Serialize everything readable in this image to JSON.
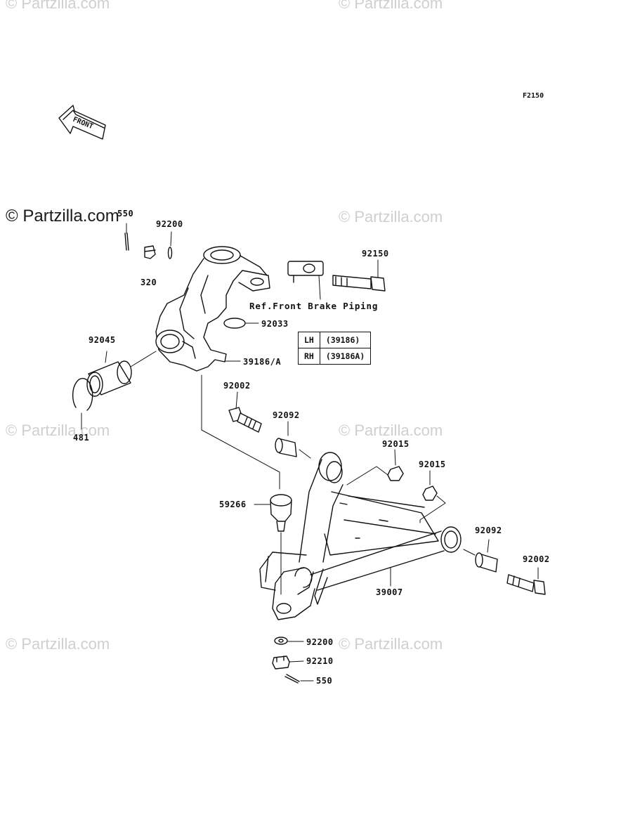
{
  "diagram_code": "F2150",
  "watermarks": [
    "© Partzilla.com",
    "© Partzilla.com",
    "© Partzilla.com",
    "© Partzilla.com",
    "© Partzilla.com",
    "© Partzilla.com",
    "© Partzilla.com",
    "© Partzilla.com"
  ],
  "front_arrow_text": "FRONT",
  "reference_note": "Ref.Front Brake Piping",
  "parts": {
    "p550_top": "550",
    "p92200_top": "92200",
    "p320": "320",
    "p92150": "92150",
    "p92033": "92033",
    "p92045": "92045",
    "p39186": "39186/A",
    "p481": "481",
    "p92002_left": "92002",
    "p92092_left": "92092",
    "p92015_a": "92015",
    "p92015_b": "92015",
    "p59266": "59266",
    "p92092_right": "92092",
    "p92002_right": "92002",
    "p39007": "39007",
    "p92200_bottom": "92200",
    "p92210": "92210",
    "p550_bottom": "550"
  },
  "variant_table": [
    {
      "side": "LH",
      "part": "(39186)"
    },
    {
      "side": "RH",
      "part": "(39186A)"
    }
  ]
}
